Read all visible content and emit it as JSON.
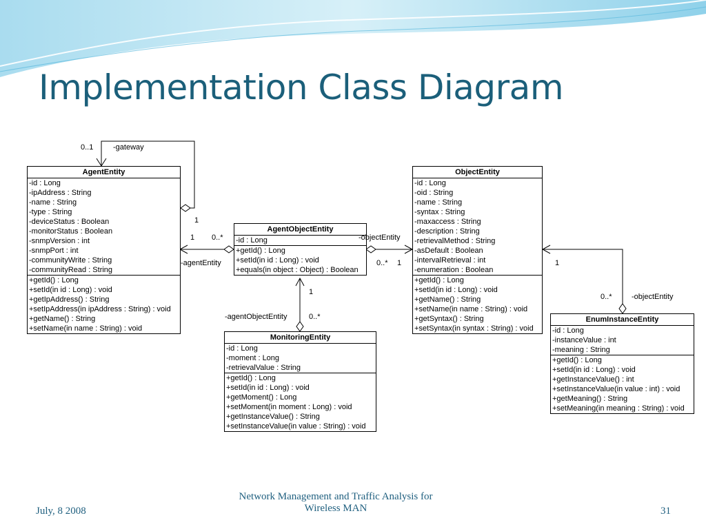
{
  "slide": {
    "title": "Implementation Class Diagram",
    "footer": {
      "date": "July, 8 2008",
      "center": [
        "Network Management and Traffic Analysis for",
        "Wireless MAN"
      ],
      "page": "31"
    }
  },
  "classes": {
    "agent": {
      "name": "AgentEntity",
      "attributes": [
        "-id : Long",
        "-ipAddress : String",
        "-name : String",
        "-type : String",
        "-deviceStatus : Boolean",
        "-monitorStatus : Boolean",
        "-snmpVersion : int",
        "-snmpPort : int",
        "-communityWrite : String",
        "-communityRead : String"
      ],
      "methods": [
        "+getId() : Long",
        "+setId(in id : Long) : void",
        "+getIpAddress() : String",
        "+setIpAddress(in ipAddress : String) : void",
        "+getName() : String",
        "+setName(in name : String) : void"
      ]
    },
    "agentObject": {
      "name": "AgentObjectEntity",
      "attributes": [
        "-id : Long"
      ],
      "methods": [
        "+getId() : Long",
        "+setId(in id : Long) : void",
        "+equals(in object : Object) : Boolean"
      ]
    },
    "object": {
      "name": "ObjectEntity",
      "attributes": [
        "-id : Long",
        "-oid : String",
        "-name : String",
        "-syntax : String",
        "-maxaccess : String",
        "-description : String",
        "-retrievalMethod : String",
        "-asDefault : Boolean",
        "-intervalRetrieval : int",
        "-enumeration : Boolean"
      ],
      "methods": [
        "+getId() : Long",
        "+setId(in id : Long) : void",
        "+getName() : String",
        "+setName(in name : String) : void",
        "+getSyntax() : String",
        "+setSyntax(in syntax : String) : void"
      ]
    },
    "monitoring": {
      "name": "MonitoringEntity",
      "attributes": [
        "-id : Long",
        "-moment : Long",
        "-retrievalValue : String"
      ],
      "methods": [
        "+getId() : Long",
        "+setId(in id : Long) : void",
        "+getMoment() : Long",
        "+setMoment(in moment : Long) : void",
        "+getInstanceValue() : String",
        "+setInstanceValue(in value : String) : void"
      ]
    },
    "enumInstance": {
      "name": "EnumInstanceEntity",
      "attributes": [
        "-id : Long",
        "-instanceValue : int",
        "-meaning : String"
      ],
      "methods": [
        "+getId() : Long",
        "+setId(in id : Long) : void",
        "+getInstanceValue() : int",
        "+setInstanceValue(in value : int) : void",
        "+getMeaning() : String",
        "+setMeaning(in meaning : String) : void"
      ]
    }
  },
  "associations": {
    "gateway": {
      "role": "-gateway",
      "mult": "0..1",
      "mult_owner": "1"
    },
    "agentEntity": {
      "role": "-agentEntity",
      "mult_agent": "1",
      "mult_link": "0..*"
    },
    "objectEntity": {
      "role": "-objectEntity",
      "mult_link": "0..*",
      "mult_object": "1"
    },
    "agentObjectEntity": {
      "role": "-agentObjectEntity",
      "mult_link": "1",
      "mult_monitoring": "0..*"
    },
    "enumObjectEntity": {
      "role": "-objectEntity",
      "mult_object": "1",
      "mult_enum": "0..*"
    }
  }
}
